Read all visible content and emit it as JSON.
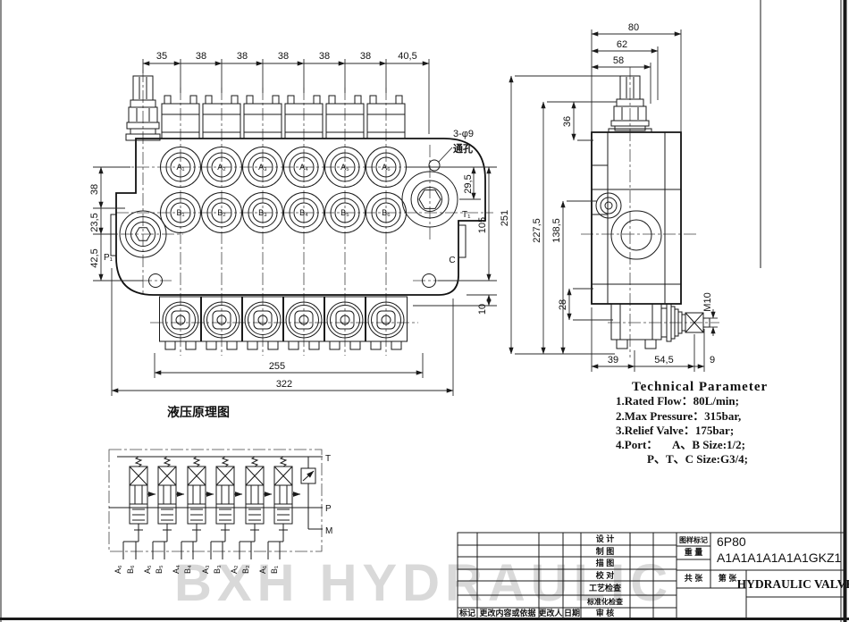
{
  "front_view": {
    "top_dims": [
      "35",
      "38",
      "38",
      "38",
      "38",
      "38",
      "40,5"
    ],
    "left_dims": [
      "38",
      "23,5",
      "42,5"
    ],
    "right_dims": [
      "29,5",
      "105",
      "10"
    ],
    "bottom_dims": [
      "255",
      "322"
    ],
    "hole_note": {
      "line1": "3-φ9",
      "line2": "通孔"
    },
    "ports_a": [
      "A₁",
      "A₂",
      "A₃",
      "A₄",
      "A₅",
      "A₆"
    ],
    "ports_b": [
      "B₁",
      "B₂",
      "B₃",
      "B₄",
      "B₅",
      "B₆"
    ],
    "port_p": "P₁",
    "port_t": "T₁",
    "port_c": "C"
  },
  "side_view": {
    "top_dims": [
      "80",
      "62",
      "58"
    ],
    "left_dims": [
      "251",
      "227,5",
      "138,5"
    ],
    "dim_36": "36",
    "dim_28": "28",
    "bottom_dims": [
      "39",
      "54,5",
      "9"
    ],
    "thread_label": "M10"
  },
  "schematic": {
    "title": "液压原理图",
    "rail_labels": [
      "T",
      "P",
      "M"
    ],
    "port_labels": [
      "A₆",
      "B₆",
      "A₅",
      "B₅",
      "A₄",
      "B₄",
      "A₃",
      "B₃",
      "A₂",
      "B₂",
      "A₁",
      "B₁"
    ]
  },
  "tech_params": {
    "title": "Technical Parameter",
    "line1": "1.Rated Flow：80L/min;",
    "line2": "2.Max Pressure：315bar,",
    "line3": "3.Relief Valve：175bar;",
    "line4a": "4.Port：",
    "line4b": "A、B Size:1/2;",
    "line5": "P、T、C Size:G3/4;"
  },
  "title_block": {
    "row_design": "设 计",
    "row_draft": "制 图",
    "row_trace": "描 图",
    "row_check": "校 对",
    "row_process": "工艺检查",
    "row_standard": "标准化检查",
    "row_review": "审 核",
    "col_mark": "标记",
    "col_change": "更改内容或依据",
    "col_changer": "更改人",
    "col_date": "日期",
    "drawing_mark_label": "图样标记",
    "weight_label": "重 量",
    "total_sheets_label": "共 张",
    "sheet_no_label": "第 张",
    "model": "6P80",
    "spec_code": "A1A1A1A1A1A1GKZ1",
    "product_name": "HYDRAULIC VALVE"
  },
  "watermark": "BXH HYDRAULIC"
}
